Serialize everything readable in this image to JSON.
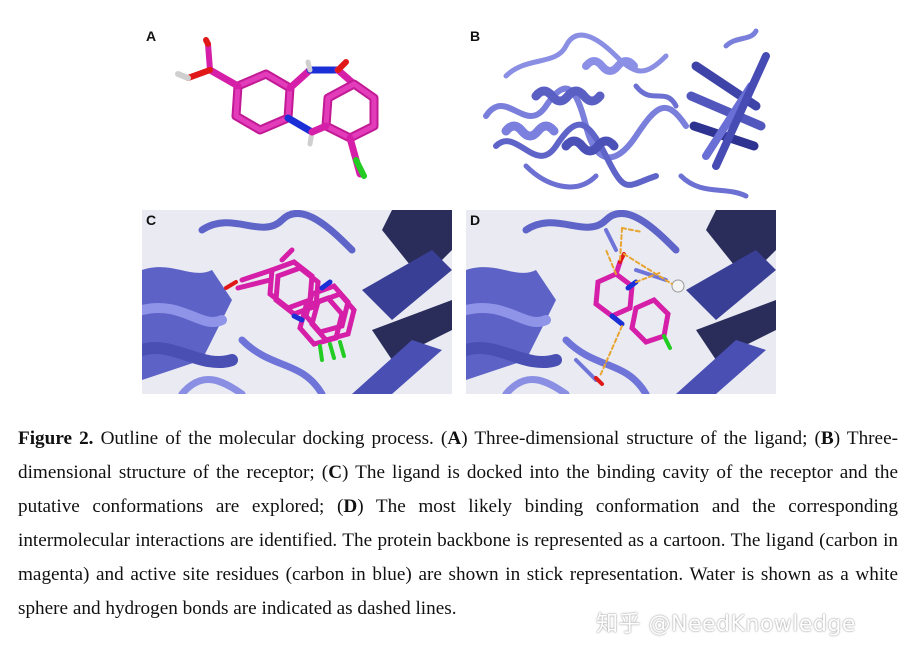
{
  "panels": {
    "a": {
      "label": "A"
    },
    "b": {
      "label": "B"
    },
    "c": {
      "label": "C"
    },
    "d": {
      "label": "D"
    }
  },
  "caption": {
    "figure_label": "Figure 2.",
    "t1": " Outline of the molecular docking process. (",
    "A": "A",
    "t2": ") Three-dimensional structure of the ligand; (",
    "B": "B",
    "t3": ") Three-dimensional structure of the receptor; (",
    "C": "C",
    "t4": ") The ligand is docked into the binding cavity of the receptor and the putative conformations are explored; (",
    "D": "D",
    "t5": ") The most likely binding conformation and the corresponding intermolecular interactions are identified. The protein backbone is represented as a cartoon. The ligand (carbon in magenta) and active site residues (carbon in blue) are shown in stick representation. Water is shown as a white sphere and hydrogen bonds are indicated as dashed lines."
  },
  "watermark": "知乎 @NeedKnowledge",
  "colors": {
    "ligand_carbon": "#d61fa8",
    "nitrogen": "#1a2fd6",
    "oxygen": "#e01818",
    "chlorine": "#22cc22",
    "protein": "#6f74d8",
    "protein_dark": "#2a2d5a",
    "hbond": "#e8a531"
  }
}
